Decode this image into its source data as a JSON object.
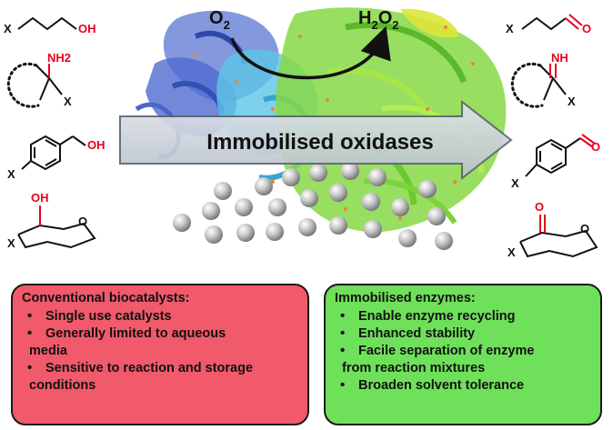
{
  "banner": {
    "label": "Immobilised oxidases"
  },
  "cofactor": {
    "o2": "O",
    "o2_sub": "2",
    "h2o2_a": "H",
    "h2o2_a_sub": "2",
    "h2o2_b": "O",
    "h2o2_b_sub": "2"
  },
  "substrates": {
    "x": "X",
    "oh": "OH",
    "nh2": "NH2",
    "nh": "NH",
    "o": "O"
  },
  "left_panel": {
    "title": "Conventional biocatalysts:",
    "items": [
      "Single use catalysts",
      "Generally limited to aqueous",
      "media",
      "Sensitive to reaction and storage",
      "conditions"
    ]
  },
  "right_panel": {
    "title": "Immobilised enzymes:",
    "items": [
      "Enable enzyme recycling",
      "Enhanced stability",
      "Facile separation of enzyme",
      "from reaction mixtures",
      "Broaden solvent tolerance"
    ]
  },
  "colors": {
    "red_panel": "#f05a6a",
    "green_panel": "#6fe05a",
    "heteroatom": "#e8001c"
  }
}
